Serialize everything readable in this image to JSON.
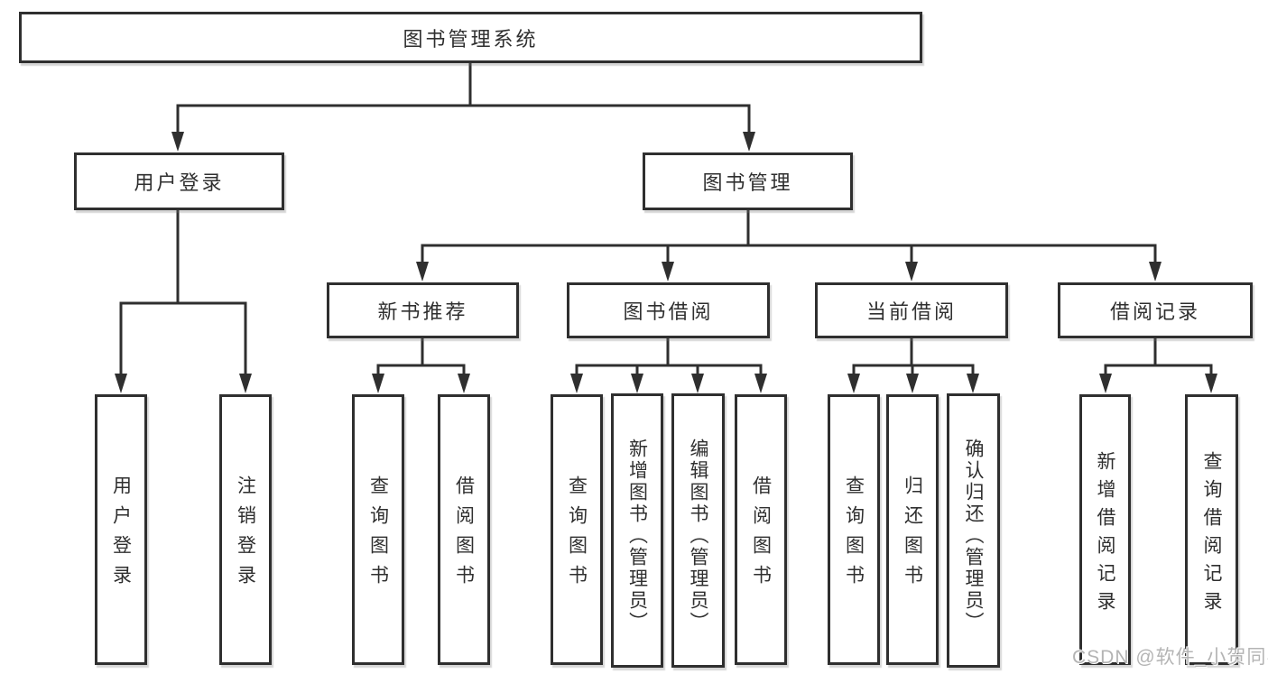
{
  "watermark": "CSDN @软件_小贺同学",
  "colors": {
    "line": "#2f2f2f",
    "text": "#2f2f2f",
    "background": "#ffffff",
    "watermark": "#b4b4b4"
  },
  "tree": {
    "label": "图书管理系统",
    "children": [
      {
        "label": "用户登录",
        "children": [
          {
            "label": "用户登录"
          },
          {
            "label": "注销登录"
          }
        ]
      },
      {
        "label": "图书管理",
        "children": [
          {
            "label": "新书推荐",
            "children": [
              {
                "label": "查询图书"
              },
              {
                "label": "借阅图书"
              }
            ]
          },
          {
            "label": "图书借阅",
            "children": [
              {
                "label": "查询图书"
              },
              {
                "label": "新增图书（管理员）"
              },
              {
                "label": "编辑图书（管理员）"
              },
              {
                "label": "借阅图书"
              }
            ]
          },
          {
            "label": "当前借阅",
            "children": [
              {
                "label": "查询图书"
              },
              {
                "label": "归还图书"
              },
              {
                "label": "确认归还（管理员）"
              }
            ]
          },
          {
            "label": "借阅记录",
            "children": [
              {
                "label": "新增借阅记录"
              },
              {
                "label": "查询借阅记录"
              }
            ]
          }
        ]
      }
    ]
  }
}
